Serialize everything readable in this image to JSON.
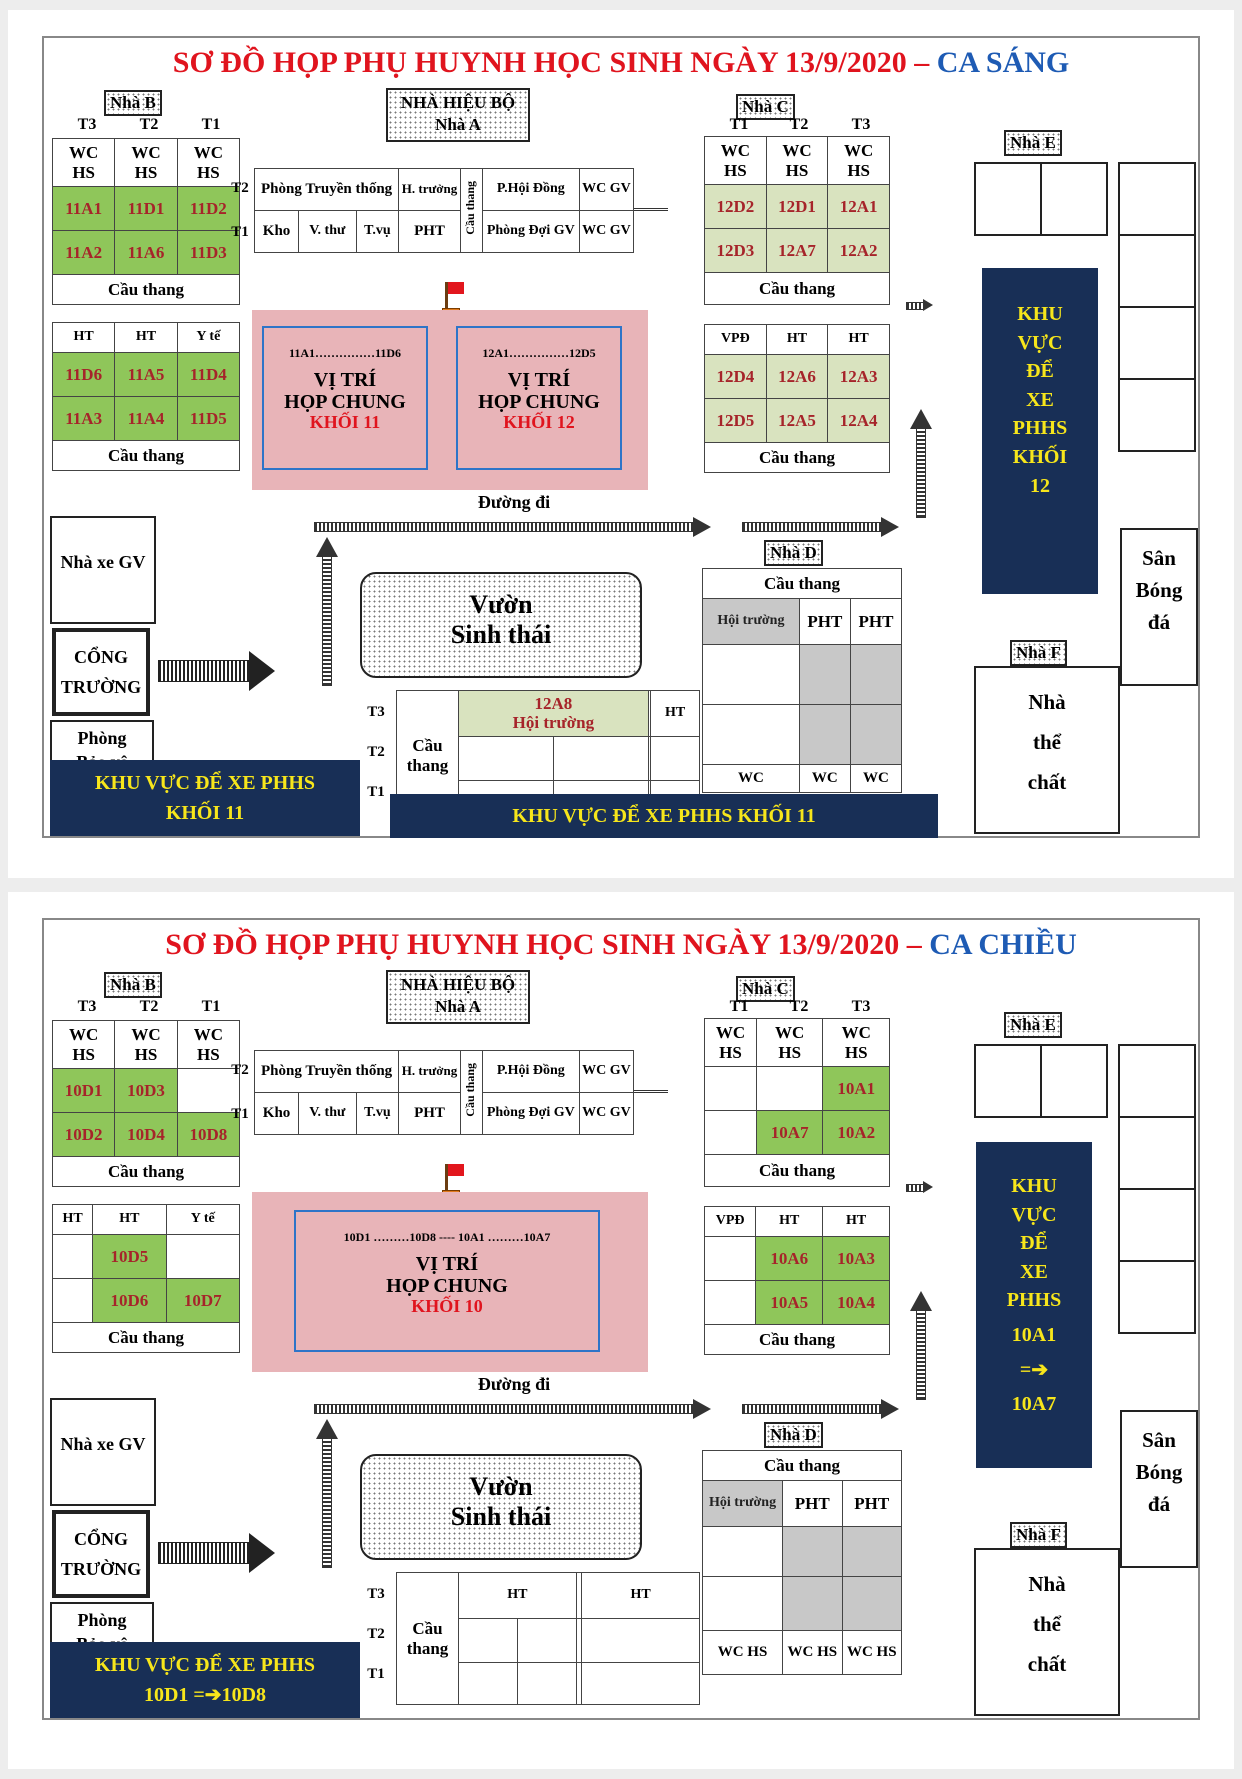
{
  "morning": {
    "title_main": "SƠ ĐỒ HỌP PHỤ HUYNH HỌC SINH NGÀY 13/9/2020 – ",
    "title_shift": "CA SÁNG",
    "b_upper": [
      [
        "11A1",
        "11D1",
        "11D2"
      ],
      [
        "11A2",
        "11A6",
        "11D3"
      ]
    ],
    "b_lower": [
      [
        "11D6",
        "11A5",
        "11D4"
      ],
      [
        "11A3",
        "11A4",
        "11D5"
      ]
    ],
    "c_upper": [
      [
        "12D2",
        "12D1",
        "12A1"
      ],
      [
        "12D3",
        "12A7",
        "12A2"
      ]
    ],
    "c_lower": [
      [
        "12D4",
        "12A6",
        "12A3"
      ],
      [
        "12D5",
        "12A5",
        "12A4"
      ]
    ],
    "meet_left": {
      "range": "11A1……………11D6",
      "line1": "VỊ TRÍ",
      "line2": "HỌP CHUNG",
      "line3": "KHỐI 11"
    },
    "meet_right": {
      "range": "12A1……………12D5",
      "line1": "VỊ TRÍ",
      "line2": "HỌP CHUNG",
      "line3": "KHỐI 12"
    },
    "d_hall": "12A8",
    "d_hall2": "Hội trường",
    "d_ht": "HT",
    "d_wc_row": [
      "WC",
      "WC",
      "WC"
    ],
    "parking_e": [
      "KHU",
      "VỰC",
      "ĐỂ",
      "XE",
      "PHHS",
      "KHỐI",
      "12"
    ],
    "parking_left": [
      "KHU VỰC ĐỂ XE PHHS",
      "KHỐI 11"
    ],
    "parking_bottom": "KHU VỰC ĐỂ XE PHHS KHỐI 11"
  },
  "afternoon": {
    "title_main": "SƠ ĐỒ HỌP PHỤ HUYNH HỌC SINH NGÀY 13/9/2020 – ",
    "title_shift": "CA CHIỀU",
    "b_upper": [
      [
        "10D1",
        "10D3",
        ""
      ],
      [
        "10D2",
        "10D4",
        "10D8"
      ]
    ],
    "b_lower": [
      [
        "",
        "10D5",
        ""
      ],
      [
        "",
        "10D6",
        "10D7"
      ]
    ],
    "c_upper": [
      [
        "",
        "",
        "10A1"
      ],
      [
        "",
        "10A7",
        "10A2"
      ]
    ],
    "c_lower": [
      [
        "",
        "10A6",
        "10A3"
      ],
      [
        "",
        "10A5",
        "10A4"
      ]
    ],
    "meet": {
      "range": "10D1 ………10D8   ----   10A1 ………10A7",
      "line1": "VỊ TRÍ",
      "line2": "HỌP CHUNG",
      "line3": "KHỐI 10"
    },
    "d_ht1": "HT",
    "d_ht2": "HT",
    "d_wc_row": [
      "WC HS",
      "WC HS",
      "WC HS"
    ],
    "parking_e": [
      "KHU",
      "VỰC",
      "ĐỂ",
      "XE",
      "PHHS",
      "10A1",
      "=➔",
      "10A7"
    ],
    "parking_left": [
      "KHU VỰC ĐỂ XE PHHS",
      "10D1 =➔10D8"
    ]
  },
  "common": {
    "nha_b": "Nhà B",
    "nha_c": "Nhà C",
    "nha_d": "Nhà D",
    "nha_e": "Nhà E",
    "nha_f": "Nhà F",
    "nha_a_1": "NHÀ HIỆU BỘ",
    "nha_a_2": "Nhà A",
    "floors_b": [
      "T3",
      "T2",
      "T1"
    ],
    "floors_c": [
      "T1",
      "T2",
      "T3"
    ],
    "wc": "WC",
    "hs": "HS",
    "cau_thang": "Cầu thang",
    "ht": "HT",
    "y_te": "Y tế",
    "vpd": "VPĐ",
    "a_t2": "T2",
    "a_t1": "T1",
    "a_row2": [
      "Phòng Truyền thống",
      "H. trưởng",
      "Cầu thang",
      "P.Hội Đồng",
      "WC GV"
    ],
    "a_row1": [
      "Kho",
      "V. thư",
      "T.vụ",
      "PHT",
      "Phòng Đợi GV",
      "WC GV"
    ],
    "duong_di": "Đường đi",
    "nha_xe_gv": "Nhà xe GV",
    "cong_truong": [
      "CỔNG",
      "TRƯỜNG"
    ],
    "phong_bao_ve": [
      "Phòng",
      "Bảo vệ"
    ],
    "vuon": [
      "Vườn",
      "Sinh thái"
    ],
    "d_cau_thang": "Cầu thang",
    "d_hoi_truong": "Hội trường",
    "pht": "PHT",
    "d_floors": [
      "T3",
      "T2",
      "T1"
    ],
    "d_cau": "Cầu thang",
    "san_bong": [
      "Sân",
      "Bóng",
      "đá"
    ],
    "nha_the_chat": [
      "Nhà",
      "thể",
      "chất"
    ]
  }
}
